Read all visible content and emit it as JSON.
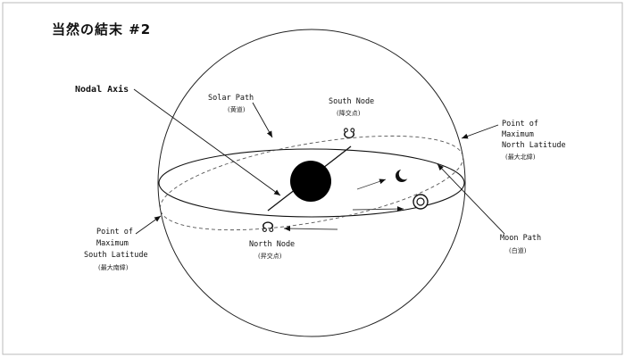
{
  "title": "当然の結末 #2",
  "labels": {
    "nodal_axis": "Nodal Axis",
    "solar_path": "Solar Path",
    "solar_path_jp": "(黄道)",
    "south_node": "South Node",
    "south_node_jp": "(降交点)",
    "north_node": "North Node",
    "north_node_jp": "(昇交点)",
    "max_north_1": "Point of",
    "max_north_2": "Maximum",
    "max_north_3": "North Latitude",
    "max_north_jp": "(最大北緯)",
    "max_south_1": "Point of",
    "max_south_2": "Maximum",
    "max_south_3": "South Latitude",
    "max_south_jp": "(最大南緯)",
    "moon_path": "Moon Path",
    "moon_path_jp": "(白道)"
  },
  "icons": {
    "south_node_symbol": "☋",
    "north_node_symbol": "☊",
    "crescent_moon": "crescent-moon-icon",
    "sun_symbol": "sun-circle-icon"
  }
}
